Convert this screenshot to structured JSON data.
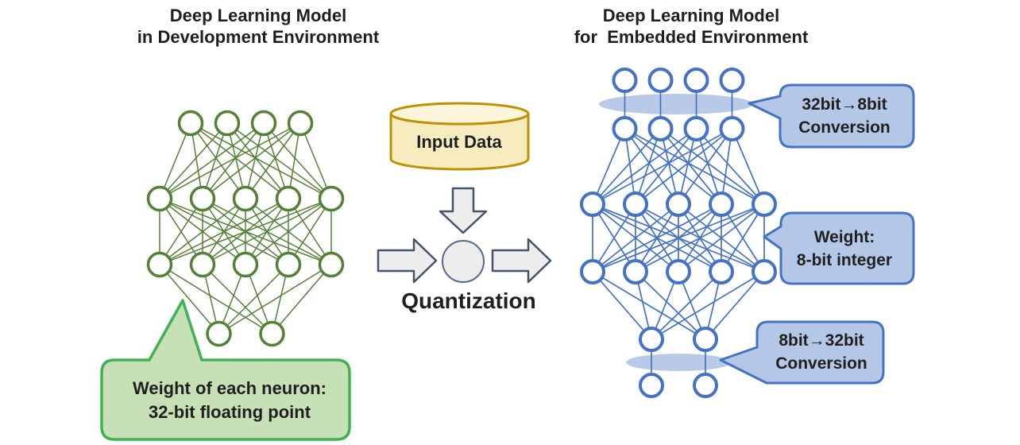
{
  "titles": {
    "left": "Deep Learning Model\nin Development Environment",
    "right": "Deep Learning Model\nfor  Embedded Environment"
  },
  "pipeline": {
    "input_data_label": "Input Data",
    "quantization_label": "Quantization"
  },
  "annotations": {
    "dev_weight": "Weight of each neuron:\n32-bit floating point",
    "conv_32_to_8": "32bit→8bit\nConversion",
    "emb_weight": "Weight:\n8-bit integer",
    "conv_8_to_32": "8bit→32bit\nConversion"
  },
  "networks": {
    "development": {
      "layers": [
        4,
        5,
        5,
        2
      ],
      "connections": [
        "full",
        "full",
        "full"
      ]
    },
    "embedded": {
      "layers": [
        4,
        4,
        5,
        5,
        2,
        2
      ],
      "connections": [
        "one-to-one",
        "full",
        "full",
        "full",
        "one-to-one"
      ]
    }
  },
  "colors": {
    "dev_network": "#538135",
    "dev_bubble_fill": "#c7e0b6",
    "dev_bubble_border": "#3fb254",
    "emb_network": "#4472c4",
    "emb_highlight": "#b9c9e8",
    "callout_fill": "#b4c7e7",
    "callout_border": "#4472c4",
    "cylinder_fill": "#f6ecc0",
    "cylinder_top_fill": "#fcf5d9",
    "cylinder_border": "#bf9000",
    "arrow_fill": "#ededee",
    "arrow_border": "#44546a",
    "circle_border": "#54688f",
    "text": "#1f1f1f"
  }
}
